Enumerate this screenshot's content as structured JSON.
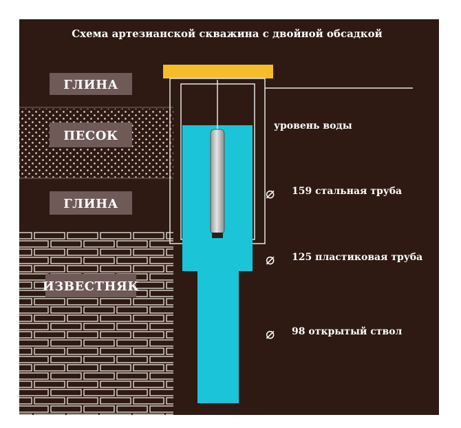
{
  "title": "Схема артезианской скважина с двойной обсадкой",
  "layers": [
    {
      "label": "ГЛИНА"
    },
    {
      "label": "ПЕСОК"
    },
    {
      "label": "ГЛИНА"
    },
    {
      "label": "ИЗВЕСТНЯК"
    }
  ],
  "annotations": {
    "water_level": "уровень воды",
    "diameter_symbol": "⌀",
    "steel_pipe": "159 стальная труба",
    "plastic_pipe": "125 пластиковая труба",
    "open_hole": "98 открытый ствол"
  },
  "colors": {
    "background": "#2e1a13",
    "water": "#1cc4d8",
    "cap": "#f6bd2a",
    "label_box": "#6f5a58",
    "lines": "#e6e6e6"
  }
}
